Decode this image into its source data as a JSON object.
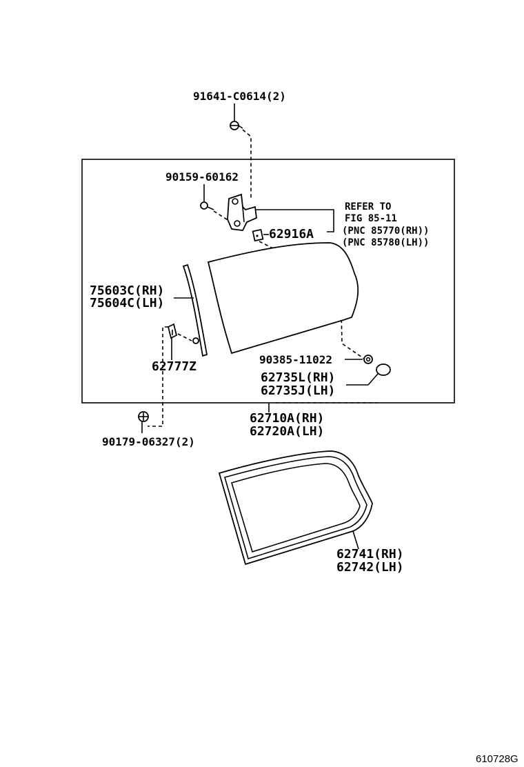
{
  "labels": {
    "bolt_top": "91641-C0614(2)",
    "screw_hinge": "90159-60162",
    "refer_line1": "REFER TO",
    "refer_line2": "FIG 85-11",
    "refer_line3": "(PNC 85770(RH))",
    "refer_line4": "(PNC 85780(LH))",
    "pad": "62916A",
    "weatherstrip_rh": "75603C(RH)",
    "weatherstrip_lh": "75604C(LH)",
    "clip": "62777Z",
    "nut": "90385-11022",
    "cushion_rh": "62735L(RH)",
    "cushion_lh": "62735J(LH)",
    "glass_rh": "62710A(RH)",
    "glass_lh": "62720A(LH)",
    "screw_bottom": "90179-06327(2)",
    "frame_rh": "62741(RH)",
    "frame_lh": "62742(LH)",
    "diagram_code": "610728G"
  }
}
